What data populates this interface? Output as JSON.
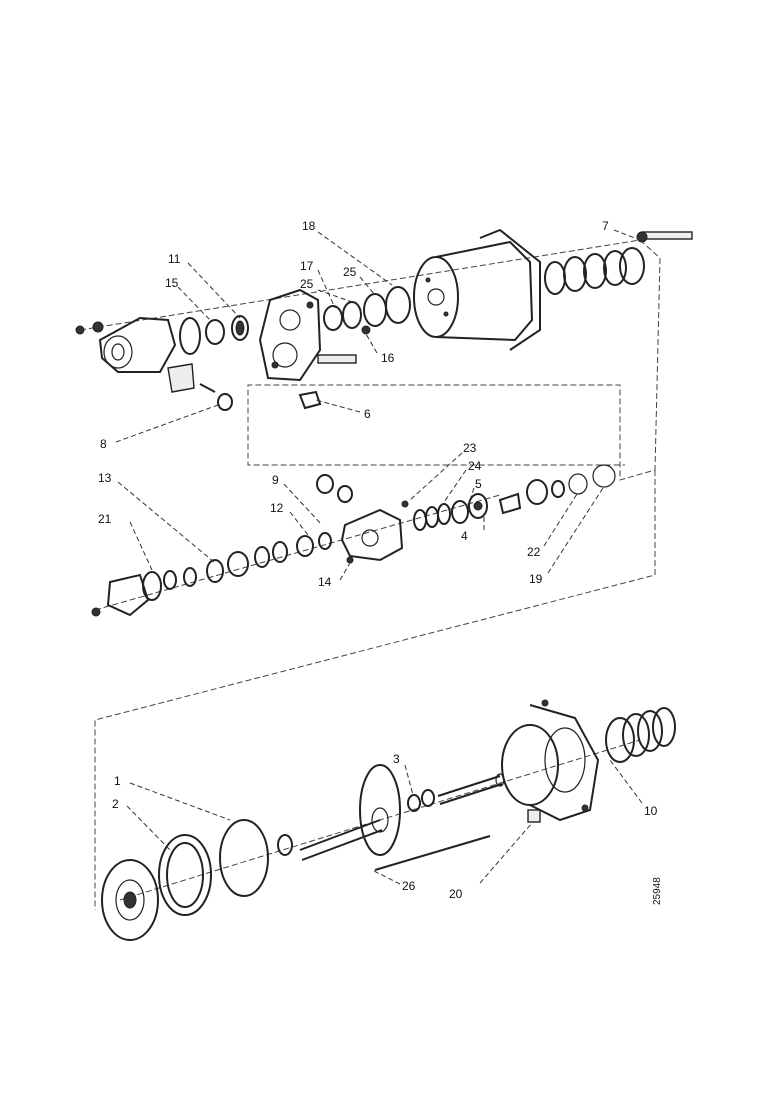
{
  "figure": {
    "reference_number": "25948",
    "callouts": [
      {
        "key": "c18",
        "text": "18"
      },
      {
        "key": "c7",
        "text": "7"
      },
      {
        "key": "c11",
        "text": "11"
      },
      {
        "key": "c15",
        "text": "15"
      },
      {
        "key": "c17",
        "text": "17"
      },
      {
        "key": "c25a",
        "text": "25"
      },
      {
        "key": "c25b",
        "text": "25"
      },
      {
        "key": "c16",
        "text": "16"
      },
      {
        "key": "c6",
        "text": "6"
      },
      {
        "key": "c8",
        "text": "8"
      },
      {
        "key": "c23",
        "text": "23"
      },
      {
        "key": "c24",
        "text": "24"
      },
      {
        "key": "c5",
        "text": "5"
      },
      {
        "key": "c4",
        "text": "4"
      },
      {
        "key": "c13",
        "text": "13"
      },
      {
        "key": "c9",
        "text": "9"
      },
      {
        "key": "c12",
        "text": "12"
      },
      {
        "key": "c21",
        "text": "21"
      },
      {
        "key": "c14",
        "text": "14"
      },
      {
        "key": "c22",
        "text": "22"
      },
      {
        "key": "c19",
        "text": "19"
      },
      {
        "key": "c3",
        "text": "3"
      },
      {
        "key": "c1",
        "text": "1"
      },
      {
        "key": "c2",
        "text": "2"
      },
      {
        "key": "c10",
        "text": "10"
      },
      {
        "key": "c26",
        "text": "26"
      },
      {
        "key": "c20",
        "text": "20"
      }
    ]
  }
}
